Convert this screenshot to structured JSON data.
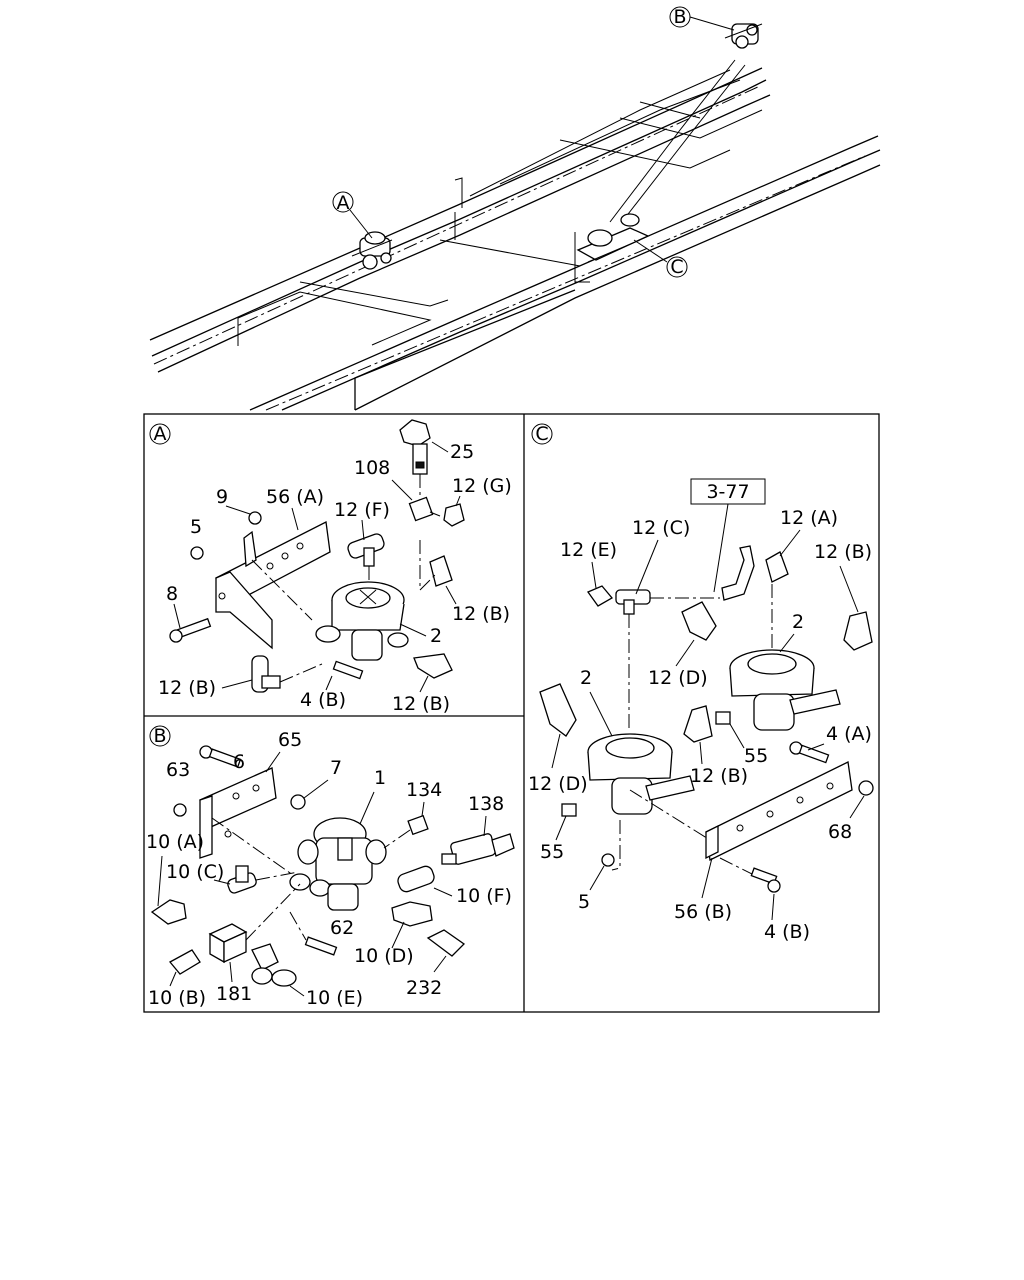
{
  "overview": {
    "callout_a": "A",
    "callout_b": "B",
    "callout_c": "C"
  },
  "panel_a": {
    "tag": "A",
    "labels": {
      "l25": "25",
      "l108": "108",
      "l12g": "12 (G)",
      "l9": "9",
      "l56a": "56 (A)",
      "l12f": "12 (F)",
      "l5": "5",
      "l8": "8",
      "l2": "2",
      "l12b_right": "12 (B)",
      "l12b_left": "12 (B)",
      "l4b": "4 (B)",
      "l12b_bottom": "12 (B)"
    }
  },
  "panel_b": {
    "tag": "B",
    "labels": {
      "l6": "6",
      "l65": "65",
      "l63": "63",
      "l7": "7",
      "l1": "1",
      "l134": "134",
      "l138": "138",
      "l10a": "10 (A)",
      "l10c": "10 (C)",
      "l10f": "10 (F)",
      "l62": "62",
      "l10d": "10 (D)",
      "l10b": "10 (B)",
      "l181": "181",
      "l10e": "10 (E)",
      "l232": "232"
    }
  },
  "panel_c": {
    "tag": "C",
    "ref_box": "3-77",
    "labels": {
      "l12c": "12 (C)",
      "l12a": "12 (A)",
      "l12e": "12 (E)",
      "l12b_top": "12 (B)",
      "l2_right": "2",
      "l12d_top": "12 (D)",
      "l2_left": "2",
      "l55_right": "55",
      "l4a": "4 (A)",
      "l12d_left": "12 (D)",
      "l12b_mid": "12 (B)",
      "l68": "68",
      "l55_left": "55",
      "l5": "5",
      "l56b": "56 (B)",
      "l4b": "4 (B)"
    }
  }
}
